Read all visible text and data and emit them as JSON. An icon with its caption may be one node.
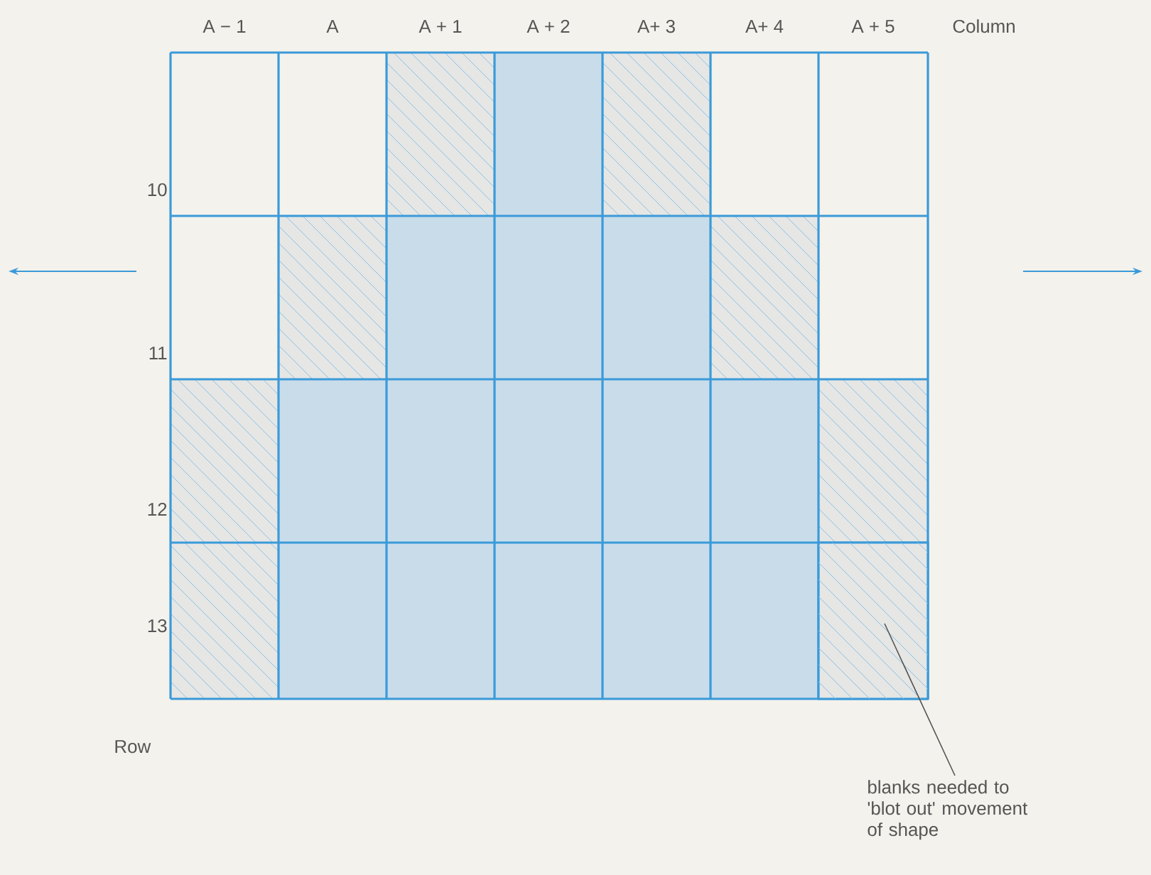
{
  "diagram": {
    "nodes": [
      {
        "text": [],
        "shape": "box"
      },
      {
        "text": [
          "blanks needed to 'blot out' movement of shape"
        ]
      }
    ],
    "edges": [
      {
        "from": 1,
        "to": 0,
        "arrow": "none"
      }
    ],
    "labels": [
      "A − 1",
      "A",
      "A + 1",
      "A + 2",
      "A+ 3",
      "A+ 4",
      "A + 5",
      "Column",
      "10",
      "11",
      "12",
      "13",
      "Row"
    ]
  }
}
